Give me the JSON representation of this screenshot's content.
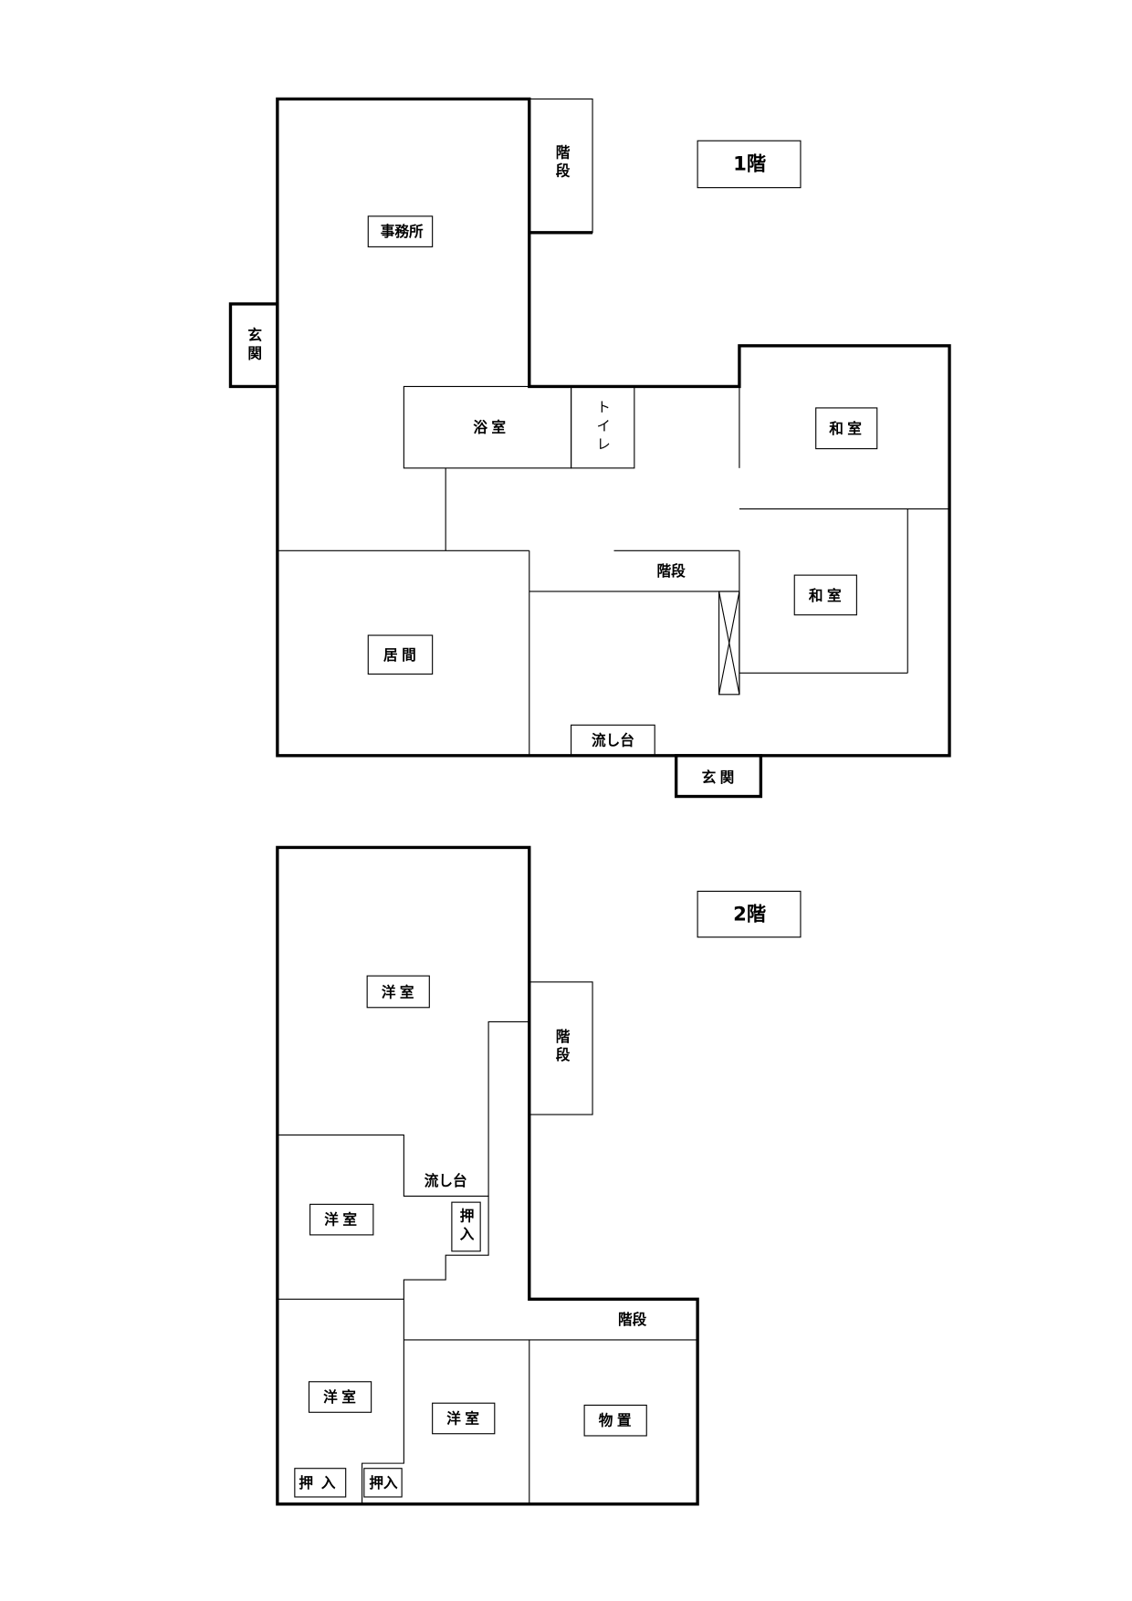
{
  "floor1": {
    "title": "1階",
    "rooms": {
      "office": "事務所",
      "stairs_top": "階段",
      "entrance_left": "玄関",
      "bath": "浴室",
      "toilet": "トイレ",
      "washitsu_upper": "和室",
      "washitsu_lower": "和室",
      "stairs_mid": "階段",
      "living": "居間",
      "sink": "流し台",
      "entrance_bottom": "玄関"
    }
  },
  "floor2": {
    "title": "2階",
    "rooms": {
      "western_top": "洋室",
      "stairs_side": "階段",
      "sink": "流し台",
      "closet_mid": "押入",
      "western_mid": "洋室",
      "stairs_bottom": "階段",
      "western_lower_left": "洋室",
      "western_lower_center": "洋室",
      "storage": "物置",
      "closet_left": "押入",
      "closet_right": "押入"
    }
  }
}
